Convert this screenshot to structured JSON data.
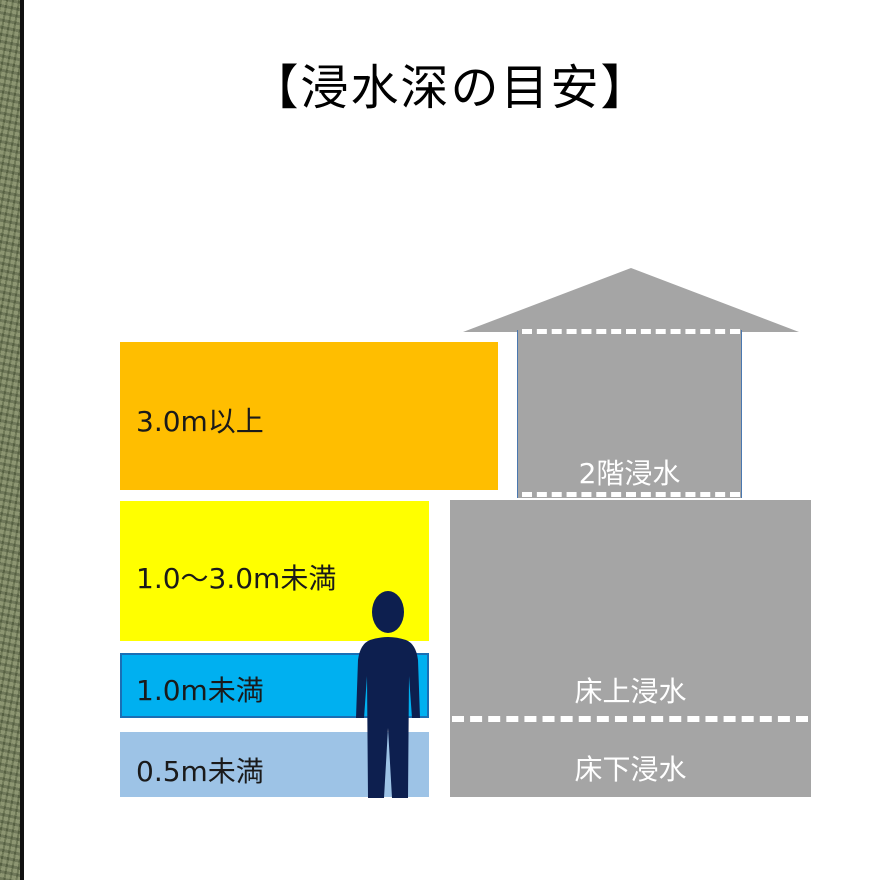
{
  "title": "【浸水深の目安】",
  "depth_bands": [
    {
      "label": "3.0m以上",
      "color": "#ffbe00"
    },
    {
      "label": "1.0〜3.0m未満",
      "color": "#ffff00"
    },
    {
      "label": "1.0m未満",
      "color": "#00b0f0"
    },
    {
      "label": "0.5m未満",
      "color": "#9dc3e6"
    }
  ],
  "house": {
    "second_floor_label": "2階浸水",
    "above_floor_label": "床上浸水",
    "below_floor_label": "床下浸水",
    "color": "#a5a5a5"
  },
  "person_color": "#0d1f4f"
}
